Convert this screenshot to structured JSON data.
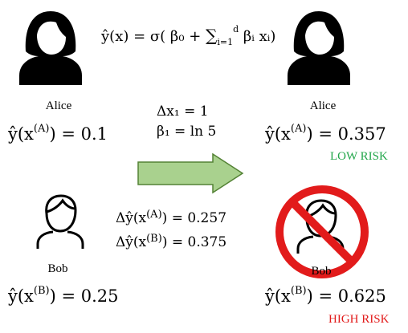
{
  "formula": {
    "lhs": "ŷ(x) = σ( β₀ + ",
    "sum": "∑",
    "sum_sub": "i=1",
    "sum_sup": "d",
    "rhs": " βᵢ xᵢ)"
  },
  "change": {
    "delta_x": "Δx₁ = 1",
    "beta": "β₁ = ln 5"
  },
  "alice_before": {
    "name": "Alice",
    "score_prefix": "ŷ(x",
    "score_sup": "(A)",
    "score_suffix": ") = 0.1"
  },
  "alice_after": {
    "name": "Alice",
    "score_prefix": "ŷ(x",
    "score_sup": "(A)",
    "score_suffix": ") = 0.357",
    "risk": "LOW RISK"
  },
  "bob_before": {
    "name": "Bob",
    "score_prefix": "ŷ(x",
    "score_sup": "(B)",
    "score_suffix": ") = 0.25"
  },
  "bob_after": {
    "name": "Bob",
    "score_prefix": "ŷ(x",
    "score_sup": "(B)",
    "score_suffix": ") = 0.625",
    "risk": "HIGH RISK"
  },
  "deltas": {
    "a_prefix": "Δŷ(x",
    "a_sup": "(A)",
    "a_suffix": ") = 0.257",
    "b_prefix": "Δŷ(x",
    "b_sup": "(B)",
    "b_suffix": ") = 0.375"
  },
  "colors": {
    "low_risk": "#22a64a",
    "high_risk": "#e21b1b",
    "arrow_fill": "#a9d18e",
    "arrow_stroke": "#548235"
  },
  "icons": {
    "alice": "woman-silhouette-icon",
    "bob": "man-outline-icon",
    "prohibited": "no-symbol-icon",
    "arrow": "right-arrow-icon"
  }
}
